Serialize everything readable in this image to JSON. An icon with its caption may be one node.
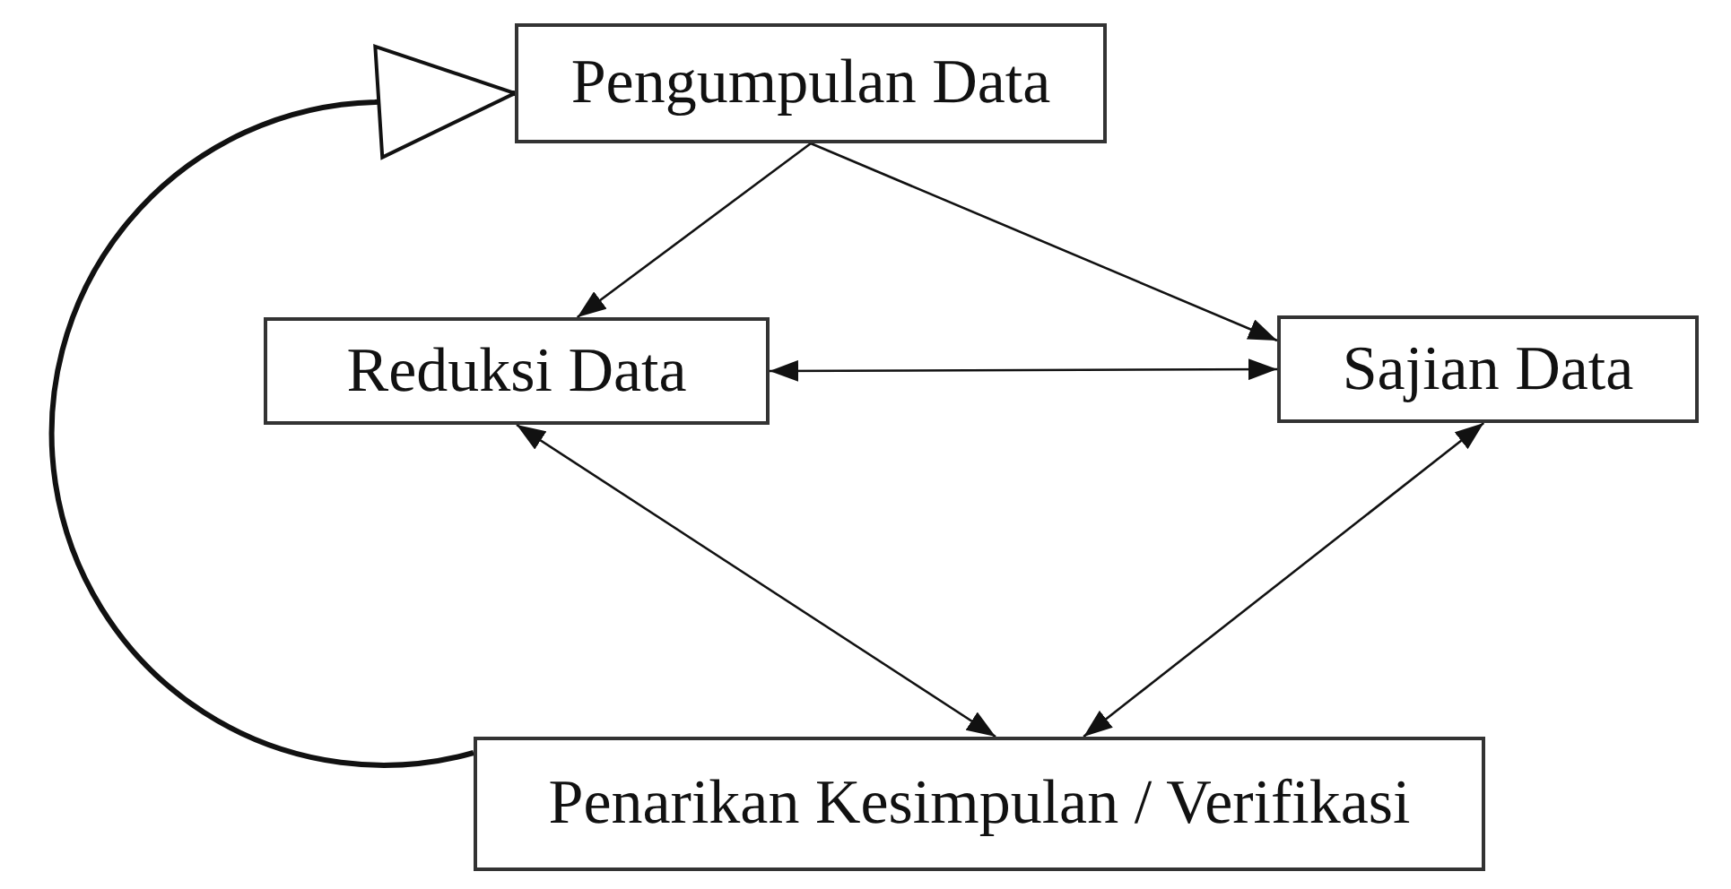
{
  "diagram": {
    "nodes": [
      {
        "text": [
          "Pengumpulan Data"
        ]
      },
      {
        "text": [
          "Reduksi Data"
        ]
      },
      {
        "text": [
          "Sajian Data"
        ]
      },
      {
        "text": [
          "Penarikan Kesimpulan / Verifikasi"
        ]
      }
    ],
    "edges": [
      {
        "from": 0,
        "to": 1,
        "arrow": "to"
      },
      {
        "from": 0,
        "to": 2,
        "arrow": "to"
      },
      {
        "from": 1,
        "to": 2,
        "arrow": "both"
      },
      {
        "from": 1,
        "to": 3,
        "arrow": "both"
      },
      {
        "from": 2,
        "to": 3,
        "arrow": "both"
      },
      {
        "from": 3,
        "to": 0,
        "arrow": "to",
        "style": "thick"
      }
    ]
  }
}
